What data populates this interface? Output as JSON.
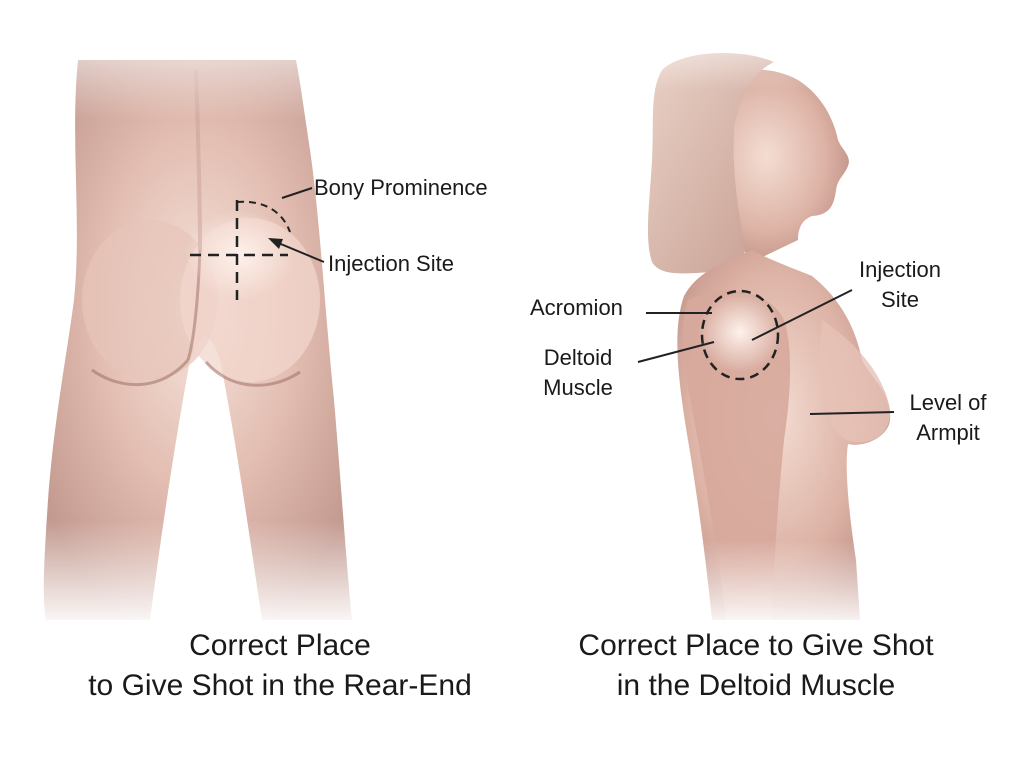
{
  "left": {
    "labels": {
      "bony_prominence": "Bony Prominence",
      "injection_site": "Injection Site"
    },
    "caption": {
      "line1": "Correct Place",
      "line2": "to Give Shot in the Rear-End"
    }
  },
  "right": {
    "labels": {
      "injection_site_line1": "Injection",
      "injection_site_line2": "Site",
      "acromion": "Acromion",
      "deltoid_line1": "Deltoid",
      "deltoid_line2": "Muscle",
      "armpit_line1": "Level of",
      "armpit_line2": "Armpit"
    },
    "caption": {
      "line1": "Correct Place to Give Shot",
      "line2": "in the Deltoid Muscle"
    }
  },
  "colors": {
    "skin_light": "#f3dcd3",
    "skin_mid": "#dcb0a3",
    "skin_shadow": "#b88a80",
    "marker": "#222222"
  }
}
